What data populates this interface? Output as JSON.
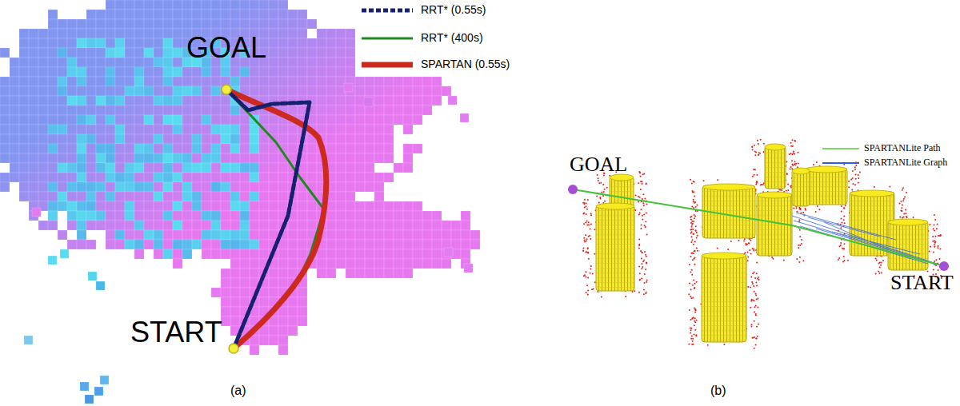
{
  "diagram": {
    "labels": [
      "GOAL",
      "START",
      "(a)",
      "GOAL",
      "START",
      "(b)"
    ],
    "legend": [
      {
        "text": "RRT* (0.55s)"
      },
      {
        "text": "RRT* (400s)"
      },
      {
        "text": "SPARTAN (0.55s)"
      },
      {
        "text": "SPARTANLite Path"
      },
      {
        "text": "SPARTANLite Graph"
      }
    ]
  }
}
